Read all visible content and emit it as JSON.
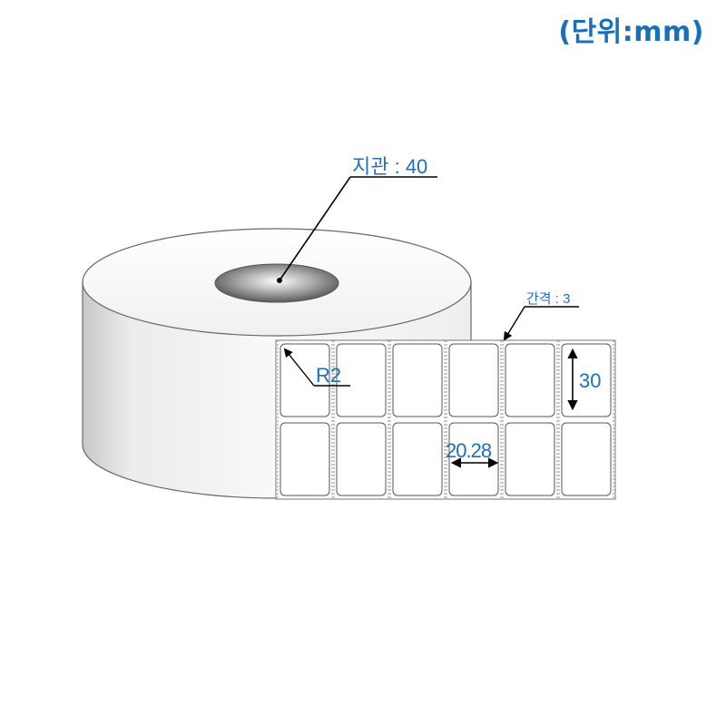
{
  "unit_label": "(단위:mm)",
  "annotations": {
    "core": "지관 : 40",
    "gap": "간격 : 3",
    "corner_radius": "R2",
    "label_height": "30",
    "label_width": "20.28"
  },
  "roll": {
    "label_columns": 6,
    "label_rows": 2
  },
  "colors": {
    "annotation_blue": "#1f6fbf",
    "outline": "#555555",
    "dashed_guide": "#777777"
  }
}
